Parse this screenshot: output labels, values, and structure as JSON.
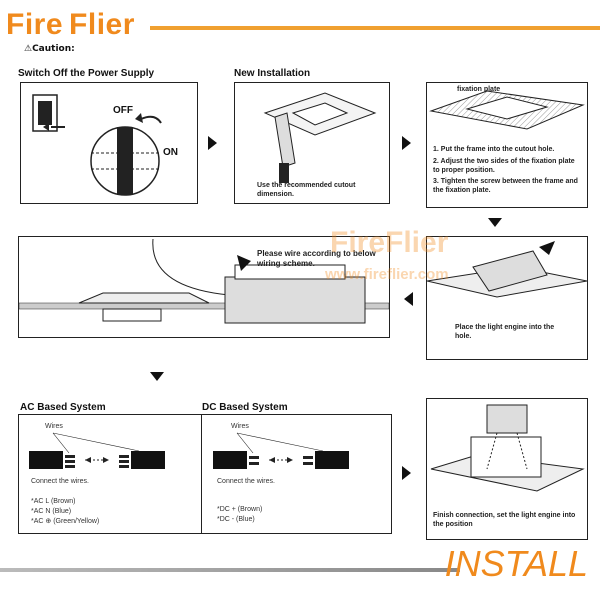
{
  "brand": {
    "part1": "Fire",
    "part2": "Flier"
  },
  "caution": "Caution:",
  "sections": {
    "switch_off": "Switch Off the Power Supply",
    "new_install": "New Installation",
    "ac": "AC Based System",
    "dc": "DC Based System"
  },
  "switch_panel": {
    "off": "OFF",
    "on": "ON"
  },
  "new_install_panel": {
    "caption": "Use the recommended cutout dimension."
  },
  "fixation_panel": {
    "label": "fixation plate",
    "steps": [
      "1. Put the frame into the cutout hole.",
      "2. Adjust the two sides of the fixation plate to proper position.",
      "3. Tighten the screw between the frame and the fixation plate."
    ]
  },
  "wiring_panel": {
    "caption": "Please wire according to below wiring scheme."
  },
  "light_engine_panel": {
    "caption": "Place the light engine into the hole."
  },
  "ac_panel": {
    "wires": "Wires",
    "connect": "Connect the wires.",
    "lines": [
      "*AC  L  (Brown)",
      "*AC  N  (Blue)",
      "*AC  ⊕ (Green/Yellow)"
    ]
  },
  "dc_panel": {
    "wires": "Wires",
    "connect": "Connect the wires.",
    "lines": [
      "*DC  +  (Brown)",
      "*DC  -  (Blue)"
    ]
  },
  "finish_panel": {
    "caption": "Finish connection, set the light engine into the position"
  },
  "watermark": {
    "logo": "FireFlier",
    "url": "www.fireflier.com"
  },
  "footer": {
    "title": "INSTALL"
  },
  "colors": {
    "brand": "#f08a1d",
    "line": "#f0a030"
  }
}
